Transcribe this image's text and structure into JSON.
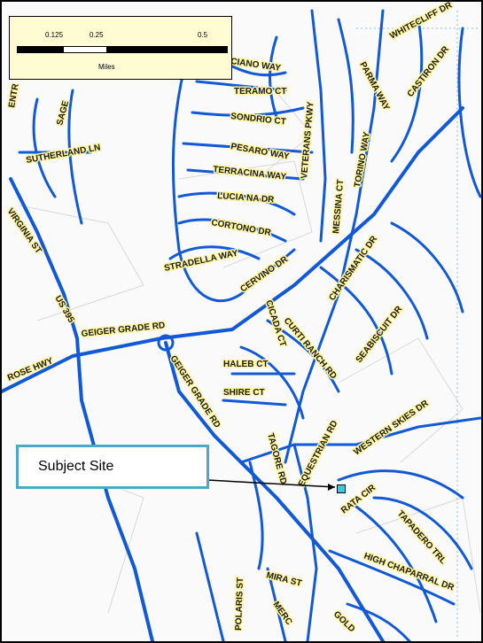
{
  "scale_bar": {
    "ticks": [
      "0.125",
      "0.25",
      "0.5"
    ],
    "units": "Miles"
  },
  "callout": {
    "label": "Subject Site"
  },
  "streets": [
    "CIANO WAY",
    "TERAMO CT",
    "SONDRIO CT",
    "PESARO WAY",
    "TERRACINA WAY",
    "LUCIA NA DR",
    "CORTONO DR",
    "STRADELLA WAY",
    "CERVINO DR",
    "VETERANS PKWY",
    "MESSINA CT",
    "TORINO WAY",
    "PARMA WAY",
    "WHITECLIFF DR",
    "CASTIRON DR",
    "SUTHERLAND LN",
    "SAGE",
    "VIRGINIA ST",
    "US 395",
    "GEIGER GRADE RD",
    "ROSE HWY",
    "CHARISMATIC DR",
    "SEABISCUIT DR",
    "CURTI RANCH RD",
    "CICADA CT",
    "HALEB CT",
    "SHIRE CT",
    "GEIGER GRADE RD",
    "WESTERN SKIES DR",
    "EQUESTRIAN RD",
    "TAGORE RD",
    "RATA CIR",
    "TAPADERO TRL",
    "HIGH CHAPARRAL DR",
    "MIRA ST",
    "POLARIS ST",
    "GOLD",
    "MERC",
    "ENTR"
  ],
  "colors": {
    "road": "#1259d6",
    "label_halo": "#fff59a",
    "callout_border": "#4aa9c9",
    "site_marker": "#3cc9e6"
  }
}
